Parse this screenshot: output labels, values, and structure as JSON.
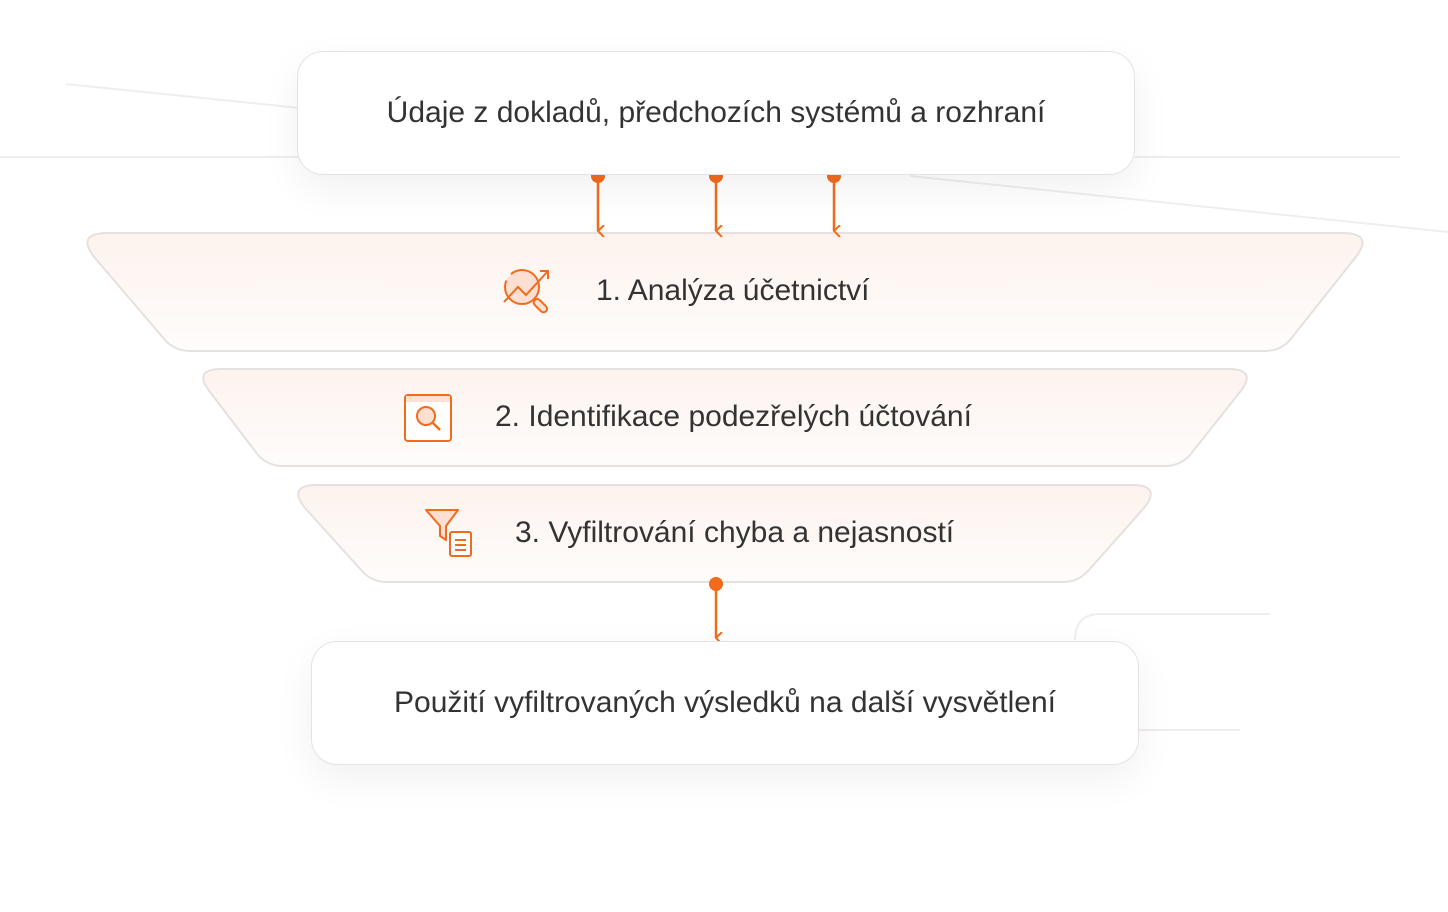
{
  "diagram": {
    "source_box": "Údaje z dokladů, předchozích systémů a rozhraní",
    "steps": [
      {
        "label": "1. Analýza účetnictví",
        "icon": "chart-magnifier-icon"
      },
      {
        "label": "2. Identifikace podezřelých účtování",
        "icon": "search-window-icon"
      },
      {
        "label": "3. Vyfiltrování chyba a nejasností",
        "icon": "filter-document-icon"
      }
    ],
    "result_box": "Použití vyfiltrovaných výsledků na další vysvětlení",
    "colors": {
      "accent": "#f26b1d",
      "text": "#333333",
      "step_fill": "#fdf6f2",
      "border": "#e6e2e2"
    }
  }
}
